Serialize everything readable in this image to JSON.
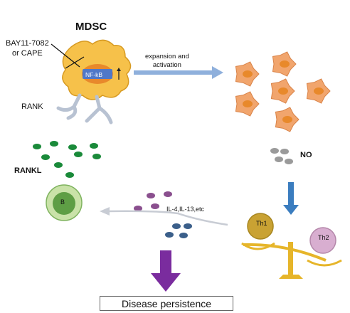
{
  "labels": {
    "mdsc": "MDSC",
    "inhibitor_line1": "BAY11-7082",
    "inhibitor_line2": "or CAPE",
    "rank": "RANK",
    "nfkb": "NF-kB",
    "expansion_line1": "expansion and",
    "expansion_line2": "activation",
    "no": "NO",
    "rankl": "RANKL",
    "b_cell": "B",
    "interleukins": "IL-4,IL-13,etc",
    "th1": "Th1",
    "th2": "Th2",
    "outcome": "Disease persistence"
  },
  "colors": {
    "mdsc_fill": "#f6c14a",
    "expanded_cell_fill": "#f1a56d",
    "nucleus": "#e8892b",
    "nfkb_box": "#4f78c8",
    "receptor": "#b8c2d2",
    "rankl_dots": "#1a8a3a",
    "no_dots": "#9a9a9a",
    "b_cell_outer": "#c9e2a8",
    "b_cell_inner": "#5e9e45",
    "il_dots_purple": "#8a4f8e",
    "il_dots_blue": "#3b5f8a",
    "arrow_blue": "#8fb0dc",
    "no_arrow": "#3b7dbf",
    "outcome_arrow": "#7a2c9e",
    "th1": "#c9a233",
    "th2": "#d8aed0",
    "scale": "#e6b52a"
  }
}
